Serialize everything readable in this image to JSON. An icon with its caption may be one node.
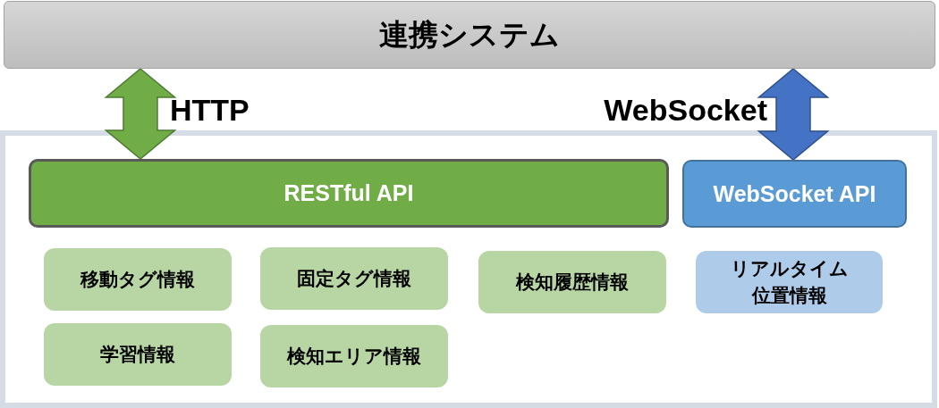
{
  "diagram": {
    "nodes": [
      {
        "text": [
          "連携システム"
        ]
      },
      {
        "text": [],
        "shape": "box"
      },
      {
        "text": [
          "RESTful API"
        ],
        "in": 1
      },
      {
        "text": [
          "WebSocket API"
        ],
        "in": 1
      },
      {
        "text": [
          "移動タグ情報"
        ],
        "in": 1
      },
      {
        "text": [
          "固定タグ情報"
        ],
        "in": 1
      },
      {
        "text": [
          "検知履歴情報"
        ],
        "in": 1
      },
      {
        "text": [
          "リアルタイム位置情報"
        ],
        "in": 1
      },
      {
        "text": [
          "学習情報"
        ],
        "in": 1
      },
      {
        "text": [
          "検知エリア情報"
        ],
        "in": 1
      }
    ],
    "edges": [
      {
        "from": 0,
        "to": 2,
        "arrow": "both",
        "label": "HTTP",
        "style": "thick",
        "color": "#70ad47"
      },
      {
        "from": 0,
        "to": 3,
        "arrow": "both",
        "label": "WebSocket",
        "style": "thick",
        "color": "#4472c4"
      }
    ]
  }
}
